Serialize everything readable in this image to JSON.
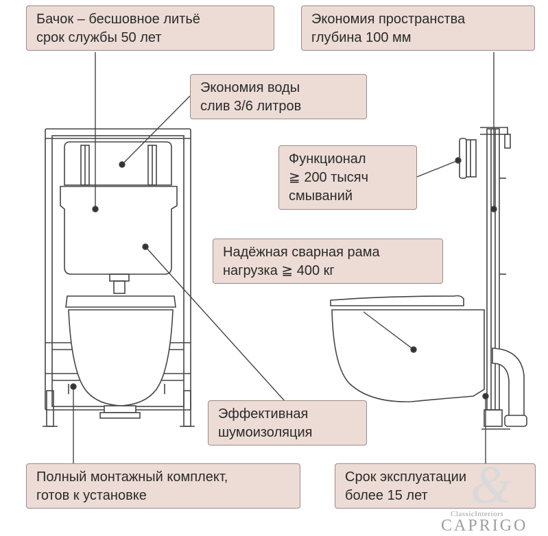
{
  "callouts": [
    {
      "id": "tank",
      "lines": [
        "Бачок – бесшовное литьё",
        "срок службы  50 лет"
      ]
    },
    {
      "id": "space",
      "lines": [
        "Экономия пространства",
        "глубина  100 мм"
      ]
    },
    {
      "id": "water",
      "lines": [
        "Экономия воды",
        "слив 3/6 литров"
      ]
    },
    {
      "id": "function",
      "lines": [
        "Функционал",
        "≧ 200 тысяч",
        "смываний"
      ]
    },
    {
      "id": "frame",
      "lines": [
        "Надёжная сварная рама",
        "нагрузка  ≧ 400 кг"
      ]
    },
    {
      "id": "noise",
      "lines": [
        "Эффективная",
        "шумоизоляция"
      ]
    },
    {
      "id": "kit",
      "lines": [
        "Полный монтажный комплект,",
        "готов к установке"
      ]
    },
    {
      "id": "life",
      "lines": [
        "Срок эксплуатации",
        "более  15 лет"
      ]
    }
  ],
  "watermark": {
    "script": "&",
    "small": "ClassicInteriors",
    "big": "CAPRIGO"
  },
  "colors": {
    "box_fill": "#ecdcd5",
    "box_border": "#9a8a85",
    "line": "#444444"
  }
}
